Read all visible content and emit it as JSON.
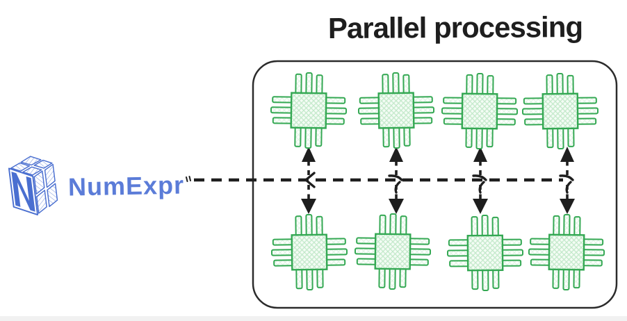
{
  "title": {
    "text": "Parallel processing"
  },
  "logo": {
    "label": "NumExpr",
    "icon": "numexpr-cube-icon",
    "color": "#5b7cd8"
  },
  "diagram": {
    "container_shape": "rounded-rectangle",
    "chip_icon": "cpu-chip-icon",
    "chip_count": 8,
    "grid": {
      "rows": 2,
      "columns": 4
    },
    "connection_style": "dashed-bidirectional-arrows",
    "colors": {
      "chip_green": "#34a853",
      "chip_fill": "#f4fcf5",
      "chip_hatch": "#c2e9c9",
      "arrow_black": "#1e1e1e",
      "box_border": "#2b2b2b",
      "logo_blue": "#5b7cd8",
      "title_text": "#1e1e1e"
    }
  }
}
